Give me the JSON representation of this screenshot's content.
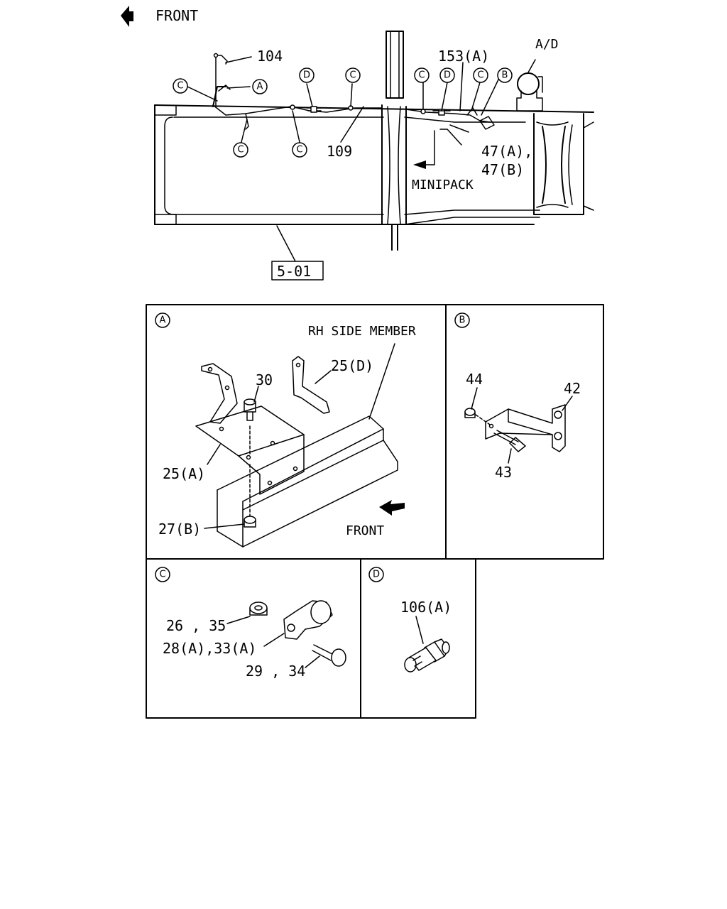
{
  "header": {
    "front_label": "FRONT"
  },
  "main_view": {
    "labels": {
      "part_104": "104",
      "part_153a": "153(A)",
      "part_ad": "A/D",
      "part_109": "109",
      "part_47": "47(A),",
      "part_47b": "47(B)",
      "minipack": "MINIPACK",
      "ref_box": "5-01"
    },
    "callouts": {
      "c": "C",
      "a": "A",
      "d": "D",
      "b": "B"
    }
  },
  "detail_a": {
    "tag": "A",
    "rh_side_member": "RH SIDE MEMBER",
    "part_30": "30",
    "part_25d": "25(D)",
    "part_25a": "25(A)",
    "part_27b": "27(B)",
    "front": "FRONT"
  },
  "detail_b": {
    "tag": "B",
    "part_44": "44",
    "part_42": "42",
    "part_43": "43"
  },
  "detail_c": {
    "tag": "C",
    "part_26_35": "26 , 35",
    "part_28_33": "28(A),33(A)",
    "part_29_34": "29 , 34"
  },
  "detail_d": {
    "tag": "D",
    "part_106a": "106(A)"
  }
}
